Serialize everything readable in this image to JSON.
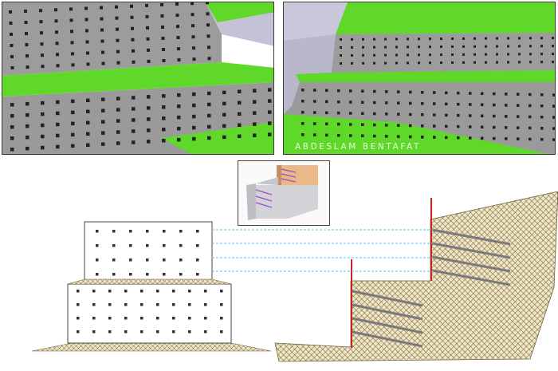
{
  "watermark": {
    "text": "ABDESLAM BENTAFAT"
  },
  "colors": {
    "grass": "#5fd82a",
    "grass_dark": "#4bbf1d",
    "wall": "#9c9c9c",
    "wall_dark": "#8a8a8a",
    "sky": "#c8c6d8",
    "hole": "#222222",
    "soil": "#efe6c4",
    "soil_line": "#8b7b55",
    "anchor": "#7a7a7a",
    "post": "#cc1f1f",
    "leader": "#57c3e8",
    "inset_soil": "#e9b98a",
    "inset_concrete": "#d4d4d8",
    "inset_anchor": "#9b4fc2"
  },
  "icons": {
    "render_left": "3d-render-view",
    "render_right": "3d-render-view",
    "inset": "3d-wall-detail",
    "elevation": "wall-front-elevation",
    "section": "soil-nail-cross-section"
  }
}
